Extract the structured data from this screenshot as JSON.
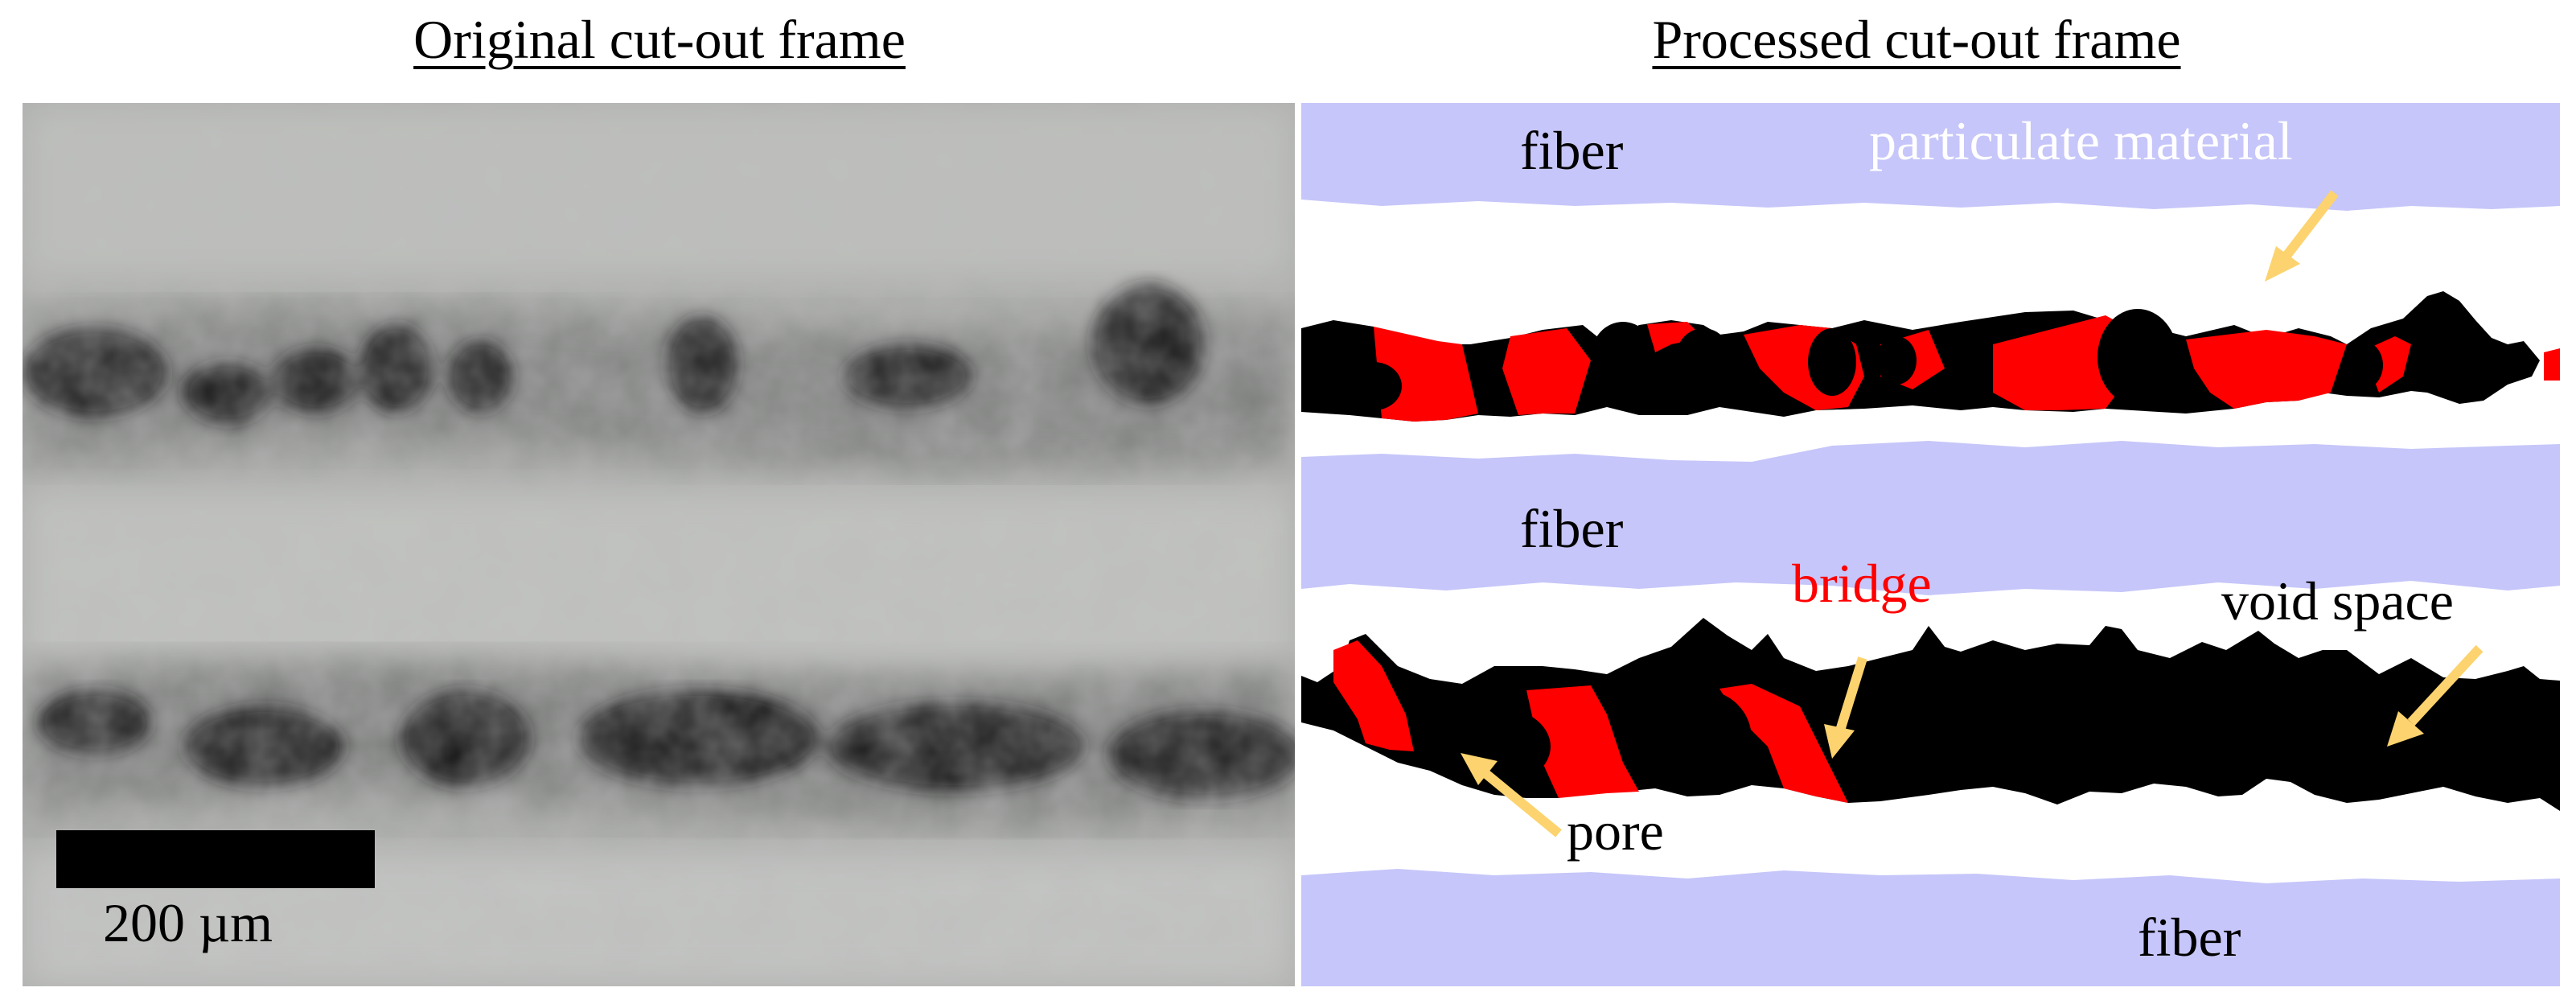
{
  "left_panel": {
    "title": "Original cut-out frame",
    "scale_bar": {
      "label": "200 µm"
    }
  },
  "right_panel": {
    "title": "Processed cut-out frame",
    "labels": {
      "fiber_top": "fiber",
      "fiber_middle": "fiber",
      "fiber_bottom": "fiber",
      "particulate": "particulate material",
      "bridge": "bridge",
      "void_space": "void space",
      "pore": "pore"
    }
  },
  "colors": {
    "fiber": "#c6c6fa",
    "void": "#000000",
    "bridge": "#ff0000",
    "arrow": "#fcd36f",
    "particulate_text": "#ffffff",
    "bridge_text": "#ff0000",
    "background": "#ffffff"
  }
}
